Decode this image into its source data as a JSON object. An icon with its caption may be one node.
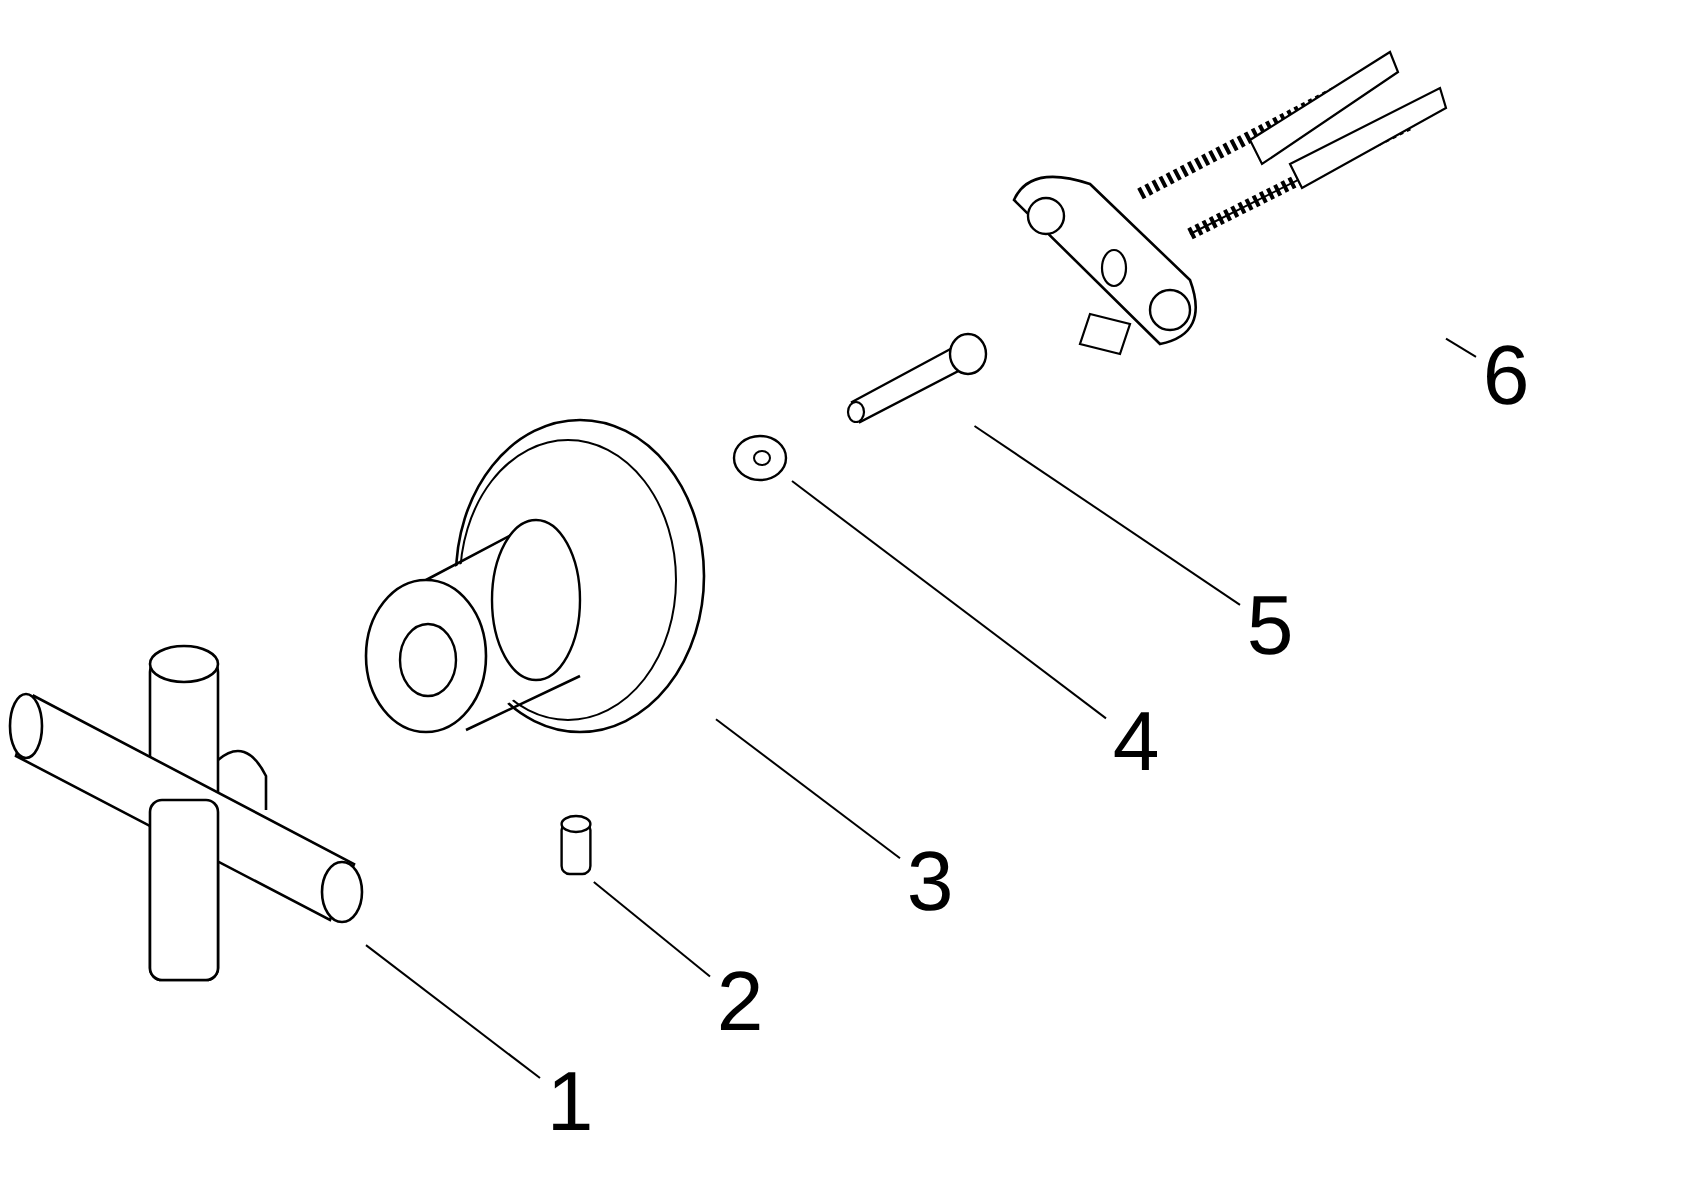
{
  "diagram": {
    "nodes": [
      {
        "text": [
          "1"
        ]
      },
      {
        "text": [
          "2"
        ]
      },
      {
        "text": [
          "3"
        ]
      },
      {
        "text": [
          "4"
        ]
      },
      {
        "text": [
          "5"
        ]
      },
      {
        "text": [
          "6"
        ]
      },
      {
        "text": [],
        "shape": "picture"
      },
      {
        "text": [],
        "shape": "cylinder"
      },
      {
        "text": [],
        "shape": "picture"
      },
      {
        "text": [],
        "shape": "picture"
      },
      {
        "text": [],
        "shape": "picture"
      },
      {
        "text": [],
        "shape": "picture"
      }
    ],
    "edges": [
      {
        "from": 0,
        "to": 6,
        "arrow": "none"
      },
      {
        "from": 1,
        "to": 7,
        "arrow": "none"
      },
      {
        "from": 2,
        "to": 8,
        "arrow": "none"
      },
      {
        "from": 3,
        "to": 9,
        "arrow": "none"
      },
      {
        "from": 4,
        "to": 10,
        "arrow": "none"
      },
      {
        "from": 5,
        "to": 11,
        "arrow": "none"
      }
    ]
  }
}
